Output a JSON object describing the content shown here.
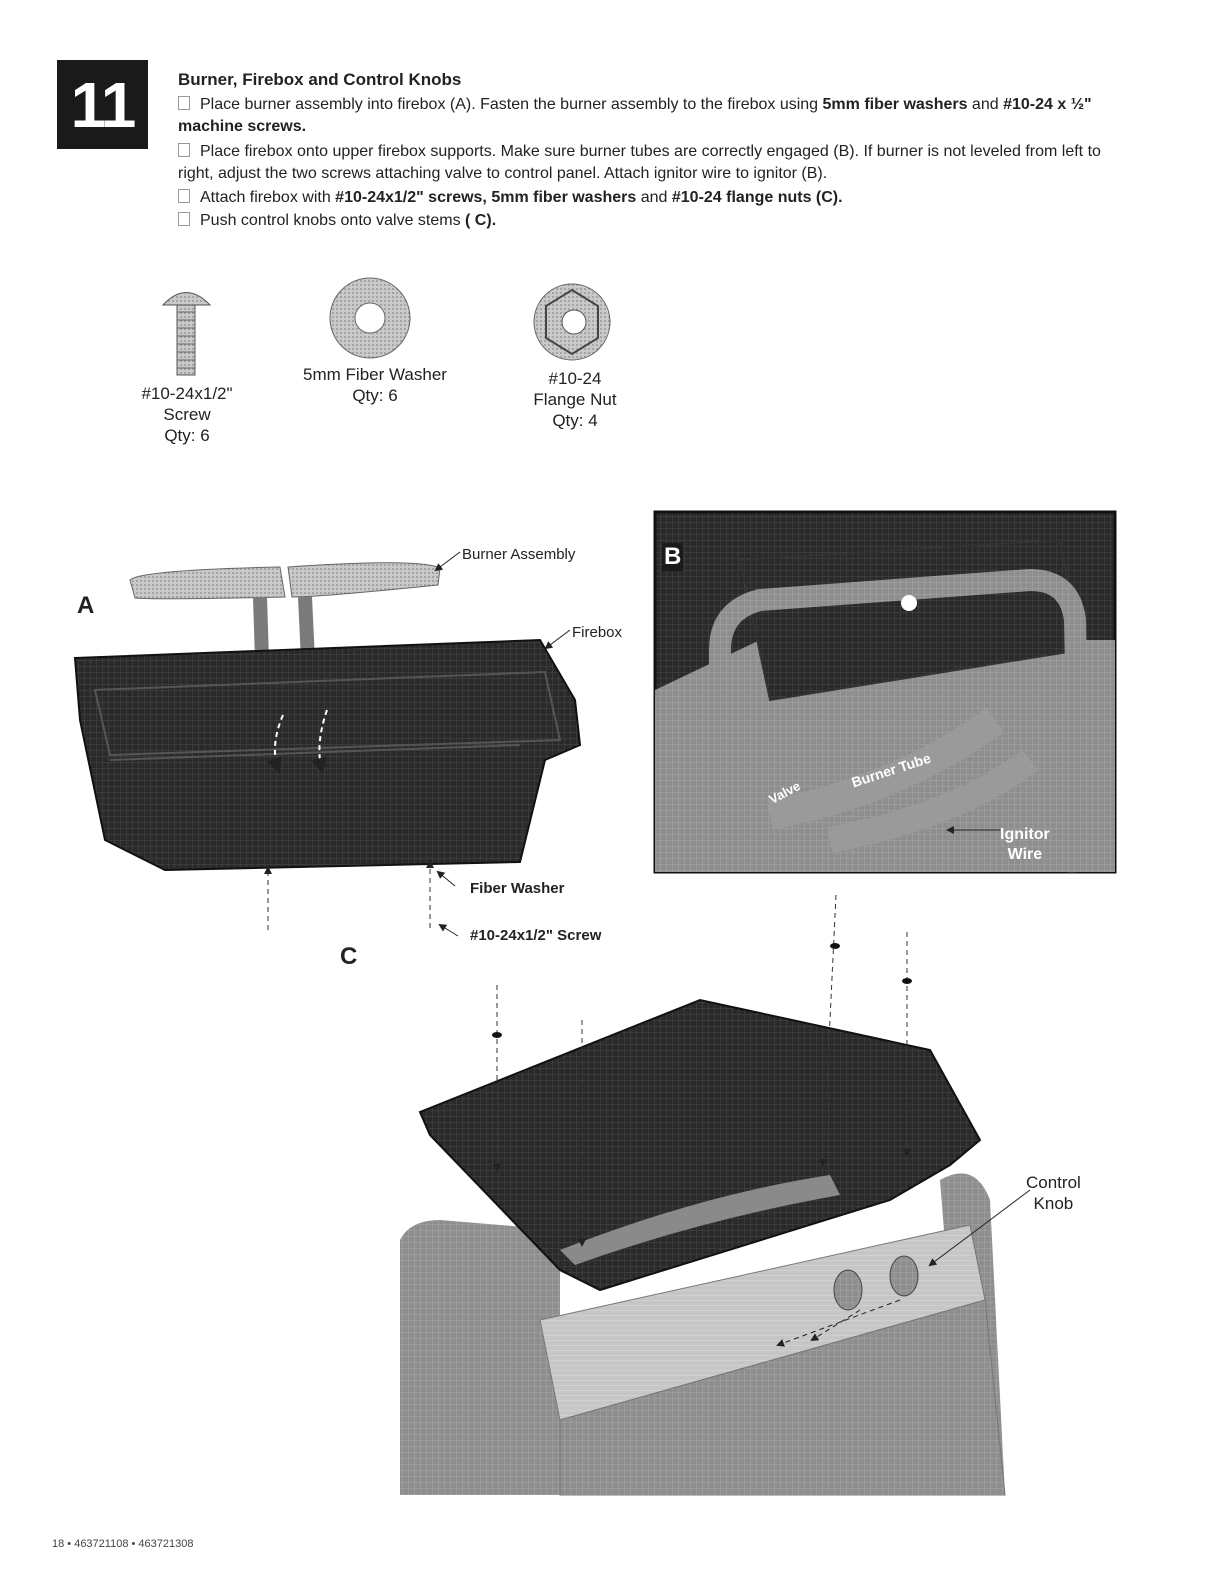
{
  "step": {
    "number": "11",
    "title": "Burner, Firebox and Control Knobs"
  },
  "instructions": [
    {
      "parts": [
        {
          "t": "Place burner assembly into firebox (A). Fasten the burner assembly to the firebox using ",
          "b": false
        },
        {
          "t": "5mm fiber washers",
          "b": true
        },
        {
          "t": " and ",
          "b": false
        },
        {
          "t": "#10-24 x ½\" machine screws.",
          "b": true
        }
      ]
    },
    {
      "parts": [
        {
          "t": "Place firebox onto upper firebox supports. Make sure burner tubes are correctly engaged (B). If burner is not leveled from left to right, adjust the two screws attaching valve to control panel. Attach ignitor wire to ignitor (B).",
          "b": false
        }
      ]
    },
    {
      "parts": [
        {
          "t": "Attach firebox with ",
          "b": false
        },
        {
          "t": "#10-24x1/2\" screws, 5mm fiber washers",
          "b": true
        },
        {
          "t": " and ",
          "b": false
        },
        {
          "t": "#10-24 flange nuts (C).",
          "b": true
        }
      ]
    },
    {
      "parts": [
        {
          "t": "Push control knobs onto valve stems ",
          "b": false
        },
        {
          "t": "( C).",
          "b": true
        }
      ]
    }
  ],
  "hardware": {
    "screw": {
      "line1": "#10-24x1/2\"",
      "line2": "Screw",
      "qty": "Qty: 6"
    },
    "washer": {
      "line1": "5mm Fiber Washer",
      "qty": "Qty: 6"
    },
    "nut": {
      "line1": "#10-24",
      "line2": "Flange Nut",
      "qty": "Qty: 4"
    }
  },
  "figures": {
    "a": {
      "label": "A",
      "callouts": {
        "burner_assembly": "Burner Assembly",
        "firebox": "Firebox",
        "fiber_washer": "Fiber Washer",
        "screw": "#10-24x1/2\" Screw"
      }
    },
    "b": {
      "label": "B",
      "callouts": {
        "valve": "Valve",
        "burner_tube": "Burner Tube",
        "ignitor_line1": "Ignitor",
        "ignitor_line2": "Wire"
      }
    },
    "c": {
      "label": "C",
      "callouts": {
        "control_line1": "Control",
        "control_line2": "Knob"
      }
    }
  },
  "footer": "18 • 463721108 • 463721308",
  "colors": {
    "badge": "#1a1a1a",
    "firebox": "#262626",
    "frame": "#9a9a9a",
    "panel": "#b8b8b8"
  }
}
